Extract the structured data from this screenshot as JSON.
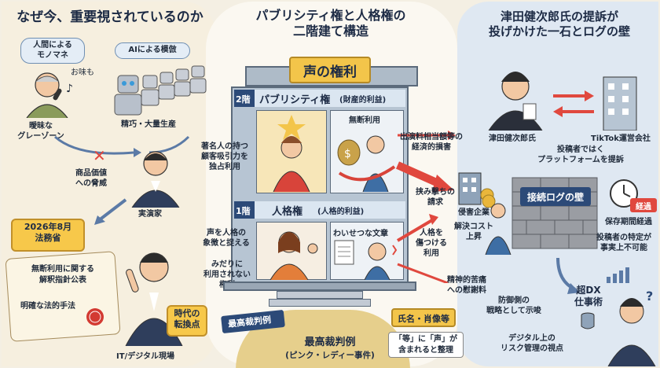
{
  "left": {
    "title": "なぜ今、重要視されているのか",
    "human_bubble": "人間による\nモノマネ",
    "ai_bubble": "AIによる模倣",
    "ajimo": "お味も",
    "ambiguous": "曖昧な\nグレーゾーン",
    "mass": "精巧・大量生産",
    "threat": "商品価値\nへの脅威",
    "performer": "実演家",
    "date": "2026年8月\n法務省",
    "guideline": "無断利用に関する\n解釈指針公表",
    "legal": "明確な法的手法",
    "turning_point": "時代の\n転換点",
    "it_field": "IT/デジタル現場"
  },
  "center": {
    "title": "パブリシティ権と人格権の\n二階建て構造",
    "roof": "声の権利",
    "floor2_num": "2階",
    "floor2_title": "パブリシティ権",
    "floor2_sub": "(財産的利益)",
    "celebrity": "著名人の持つ\n顧客吸引力を\n独占利用",
    "unauthorized": "無断利用",
    "floor1_num": "1階",
    "floor1_title": "人格権",
    "floor1_sub": "(人格的利益)",
    "voice_symbol": "声を人格の\n象徴と捉える",
    "not_used": "みだりに\n利用されない\n権利",
    "obscene": "わいせつな文章",
    "supreme_sign": "最高裁判例",
    "supreme_caption": "最高裁判例",
    "pink_lady": "(ピンク・レディー事件)",
    "name_tag": "氏名・肖像等",
    "etc_note": "「等」に「声」が\n含まれると整理",
    "damages": "出演料相当額等の\n経済的損害",
    "injunction": "挟み撃ちの\n請求",
    "company": "侵害企業",
    "cost_up": "解決コスト\n上昇",
    "hurt": "人格を\n傷つける\n利用",
    "consolation": "精神的苦痛\nへの慰謝料"
  },
  "right": {
    "title": "津田健次郎氏の提訴が\n投げかけた一石とログの壁",
    "tiktok": "TikTok運営会社",
    "tsuda": "津田健次郎氏",
    "platform": "投稿者ではく\nプラットフォームを提訴",
    "wall": "接続ログの壁",
    "elapsed_badge": "経過",
    "retention": "保存期間経過",
    "unidentifiable": "投稿者の特定が\n事実上不可能",
    "dx": "超DX\n仕事術",
    "defense": "防御側の\n戦略として示唆",
    "risk": "デジタル上の\nリスク管理の視点"
  },
  "colors": {
    "navy": "#1d2b45",
    "red_arrow": "#e0483e",
    "gold": "#e9b63b",
    "panel_blue": "#dbe6f1"
  }
}
